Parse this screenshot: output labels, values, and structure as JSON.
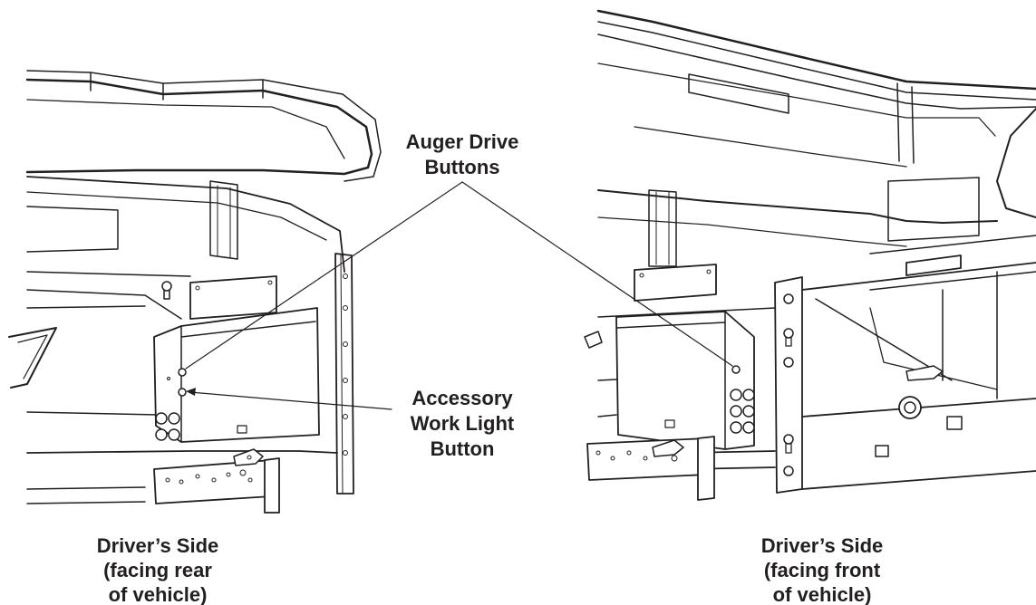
{
  "callouts": {
    "auger_line1": "Auger Drive",
    "auger_line2": "Buttons",
    "accessory_line1": "Accessory",
    "accessory_line2": "Work Light",
    "accessory_line3": "Button"
  },
  "captions": {
    "left": {
      "line1": "Driver’s Side",
      "line2": "(facing rear",
      "line3": "of vehicle)"
    },
    "right": {
      "line1": "Driver’s Side",
      "line2": "(facing front",
      "line3": "of vehicle)"
    }
  },
  "colors": {
    "ink": "#231f20",
    "background": "#ffffff"
  }
}
